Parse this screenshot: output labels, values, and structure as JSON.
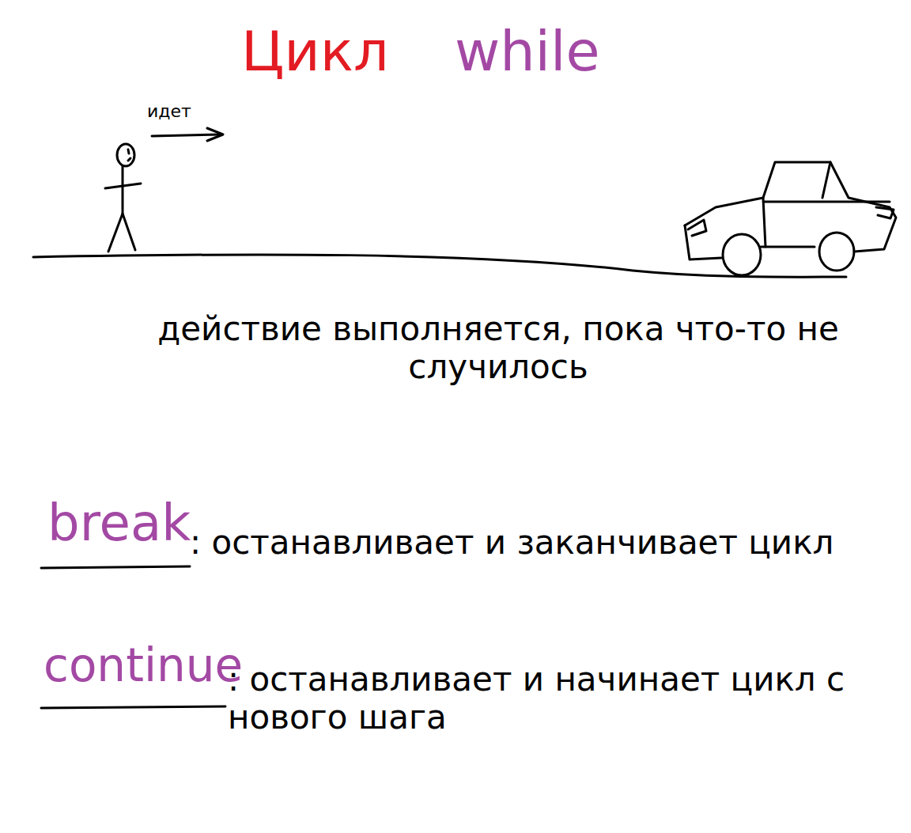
{
  "diagram": {
    "labels": [
      "Цикл",
      "while",
      "идет",
      "действие выполняется, пока что-то не случилось",
      "break",
      ": останавливает и заканчивает цикл",
      "continue",
      ": останавливает и начинает цикл с нового шага"
    ]
  }
}
